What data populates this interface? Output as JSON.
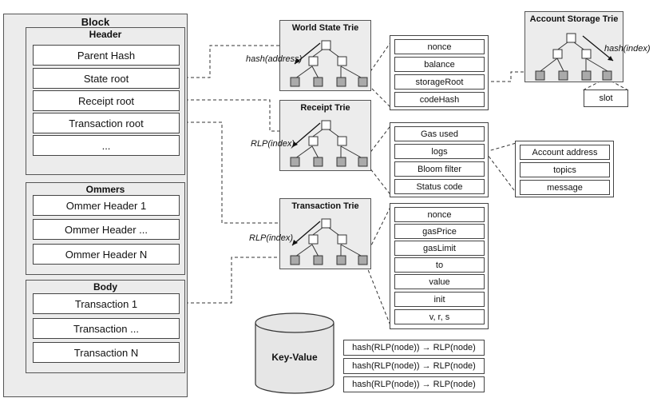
{
  "block": {
    "title": "Block",
    "header": {
      "title": "Header",
      "items": [
        "Parent Hash",
        "State root",
        "Receipt root",
        "Transaction root",
        "..."
      ]
    },
    "ommers": {
      "title": "Ommers",
      "items": [
        "Ommer Header 1",
        "Ommer Header ...",
        "Ommer Header N"
      ]
    },
    "body": {
      "title": "Body",
      "items": [
        "Transaction 1",
        "Transaction ...",
        "Transaction N"
      ]
    }
  },
  "world_state_trie": {
    "title": "World State Trie",
    "key_label": "hash(address)"
  },
  "receipt_trie": {
    "title": "Receipt Trie",
    "key_label": "RLP(index)"
  },
  "transaction_trie": {
    "title": "Transaction Trie",
    "key_label": "RLP(index)"
  },
  "account_storage_trie": {
    "title": "Account Storage Trie",
    "key_label": "hash(index)",
    "slot_label": "slot"
  },
  "account_fields": [
    "nonce",
    "balance",
    "storageRoot",
    "codeHash"
  ],
  "receipt_fields": [
    "Gas used",
    "logs",
    "Bloom filter",
    "Status code"
  ],
  "log_fields": [
    "Account address",
    "topics",
    "message"
  ],
  "transaction_fields": [
    "nonce",
    "gasPrice",
    "gasLimit",
    "to",
    "value",
    "init",
    "v, r, s"
  ],
  "kv_store": {
    "title": "Key-Value",
    "rows": [
      "hash(RLP(node)) → RLP(node)",
      "hash(RLP(node)) → RLP(node)",
      "hash(RLP(node)) → RLP(node)"
    ]
  }
}
